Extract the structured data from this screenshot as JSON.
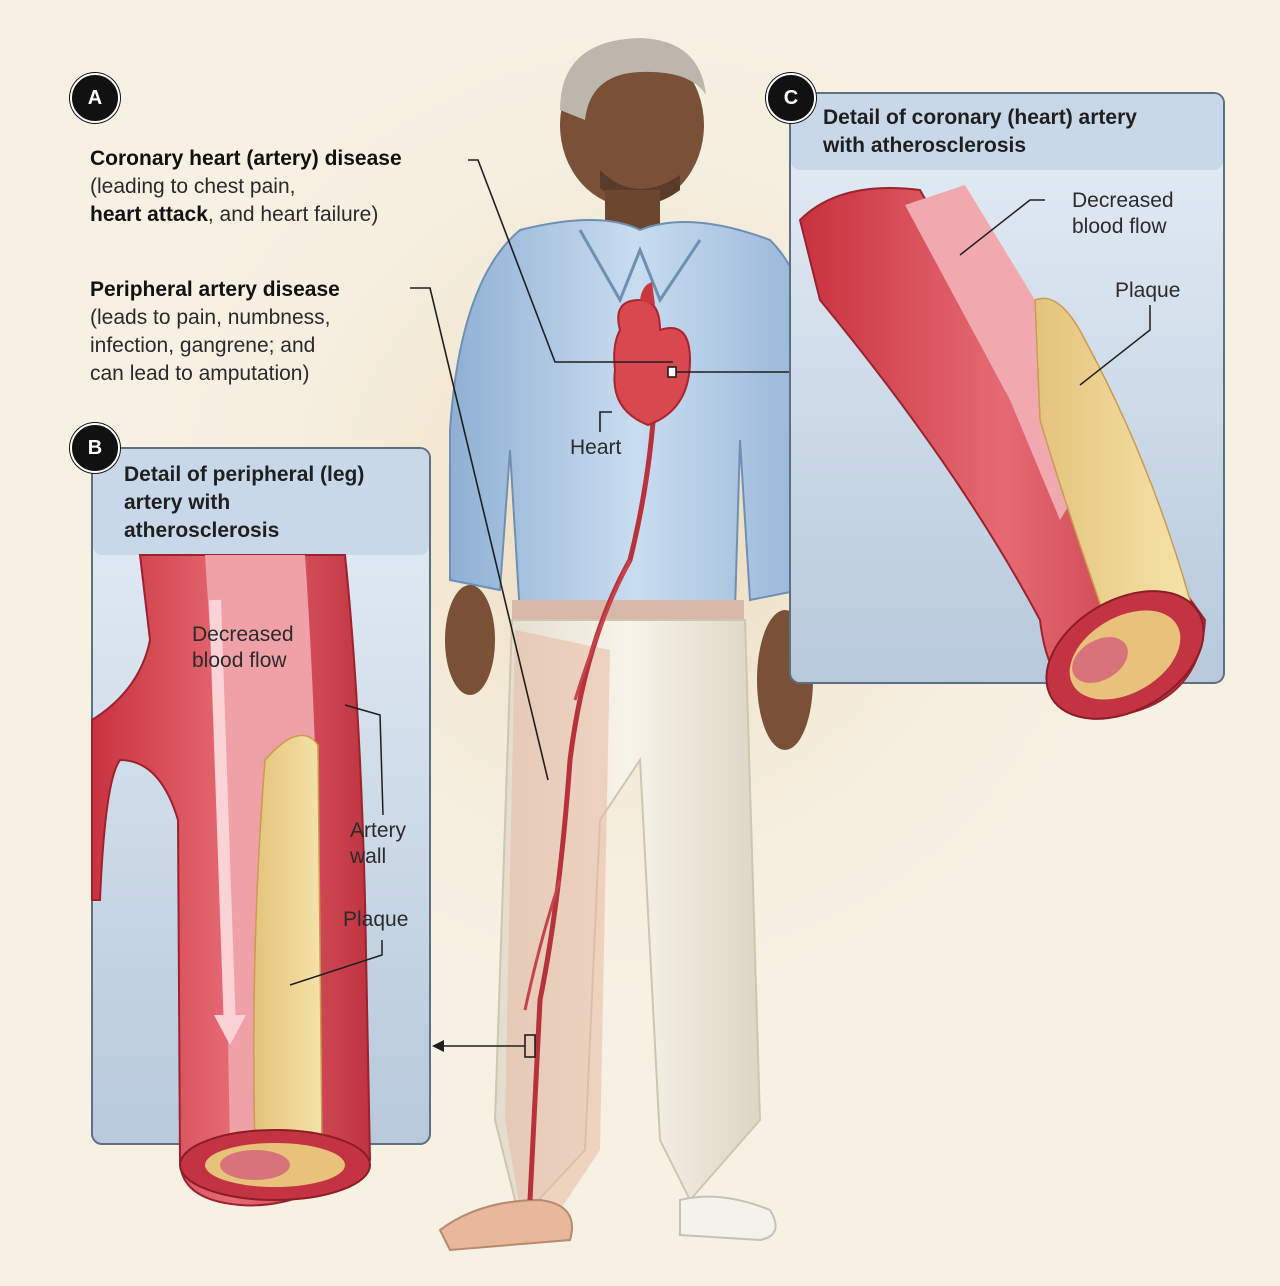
{
  "section_a": {
    "badge": "A",
    "coronary_title": "Coronary heart (artery) disease",
    "coronary_line1": "(leading to chest pain,",
    "coronary_bold": "heart attack",
    "coronary_line2_rest": ", and heart failure)",
    "peripheral_title": "Peripheral artery disease",
    "peripheral_line1": "(leads to pain, numbness,",
    "peripheral_line2": "infection, gangrene; and",
    "peripheral_line3": "can lead to amputation)",
    "heart_label": "Heart"
  },
  "panel_b": {
    "badge": "B",
    "title_line1": "Detail of peripheral (leg)",
    "title_line2": "artery with",
    "title_line3": "atherosclerosis",
    "flow_line1": "Decreased",
    "flow_line2": "blood flow",
    "wall_line1": "Artery",
    "wall_line2": "wall",
    "plaque": "Plaque"
  },
  "panel_c": {
    "badge": "C",
    "title_line1": "Detail of coronary (heart) artery",
    "title_line2": "with atherosclerosis",
    "flow_line1": "Decreased",
    "flow_line2": "blood flow",
    "plaque": "Plaque"
  }
}
